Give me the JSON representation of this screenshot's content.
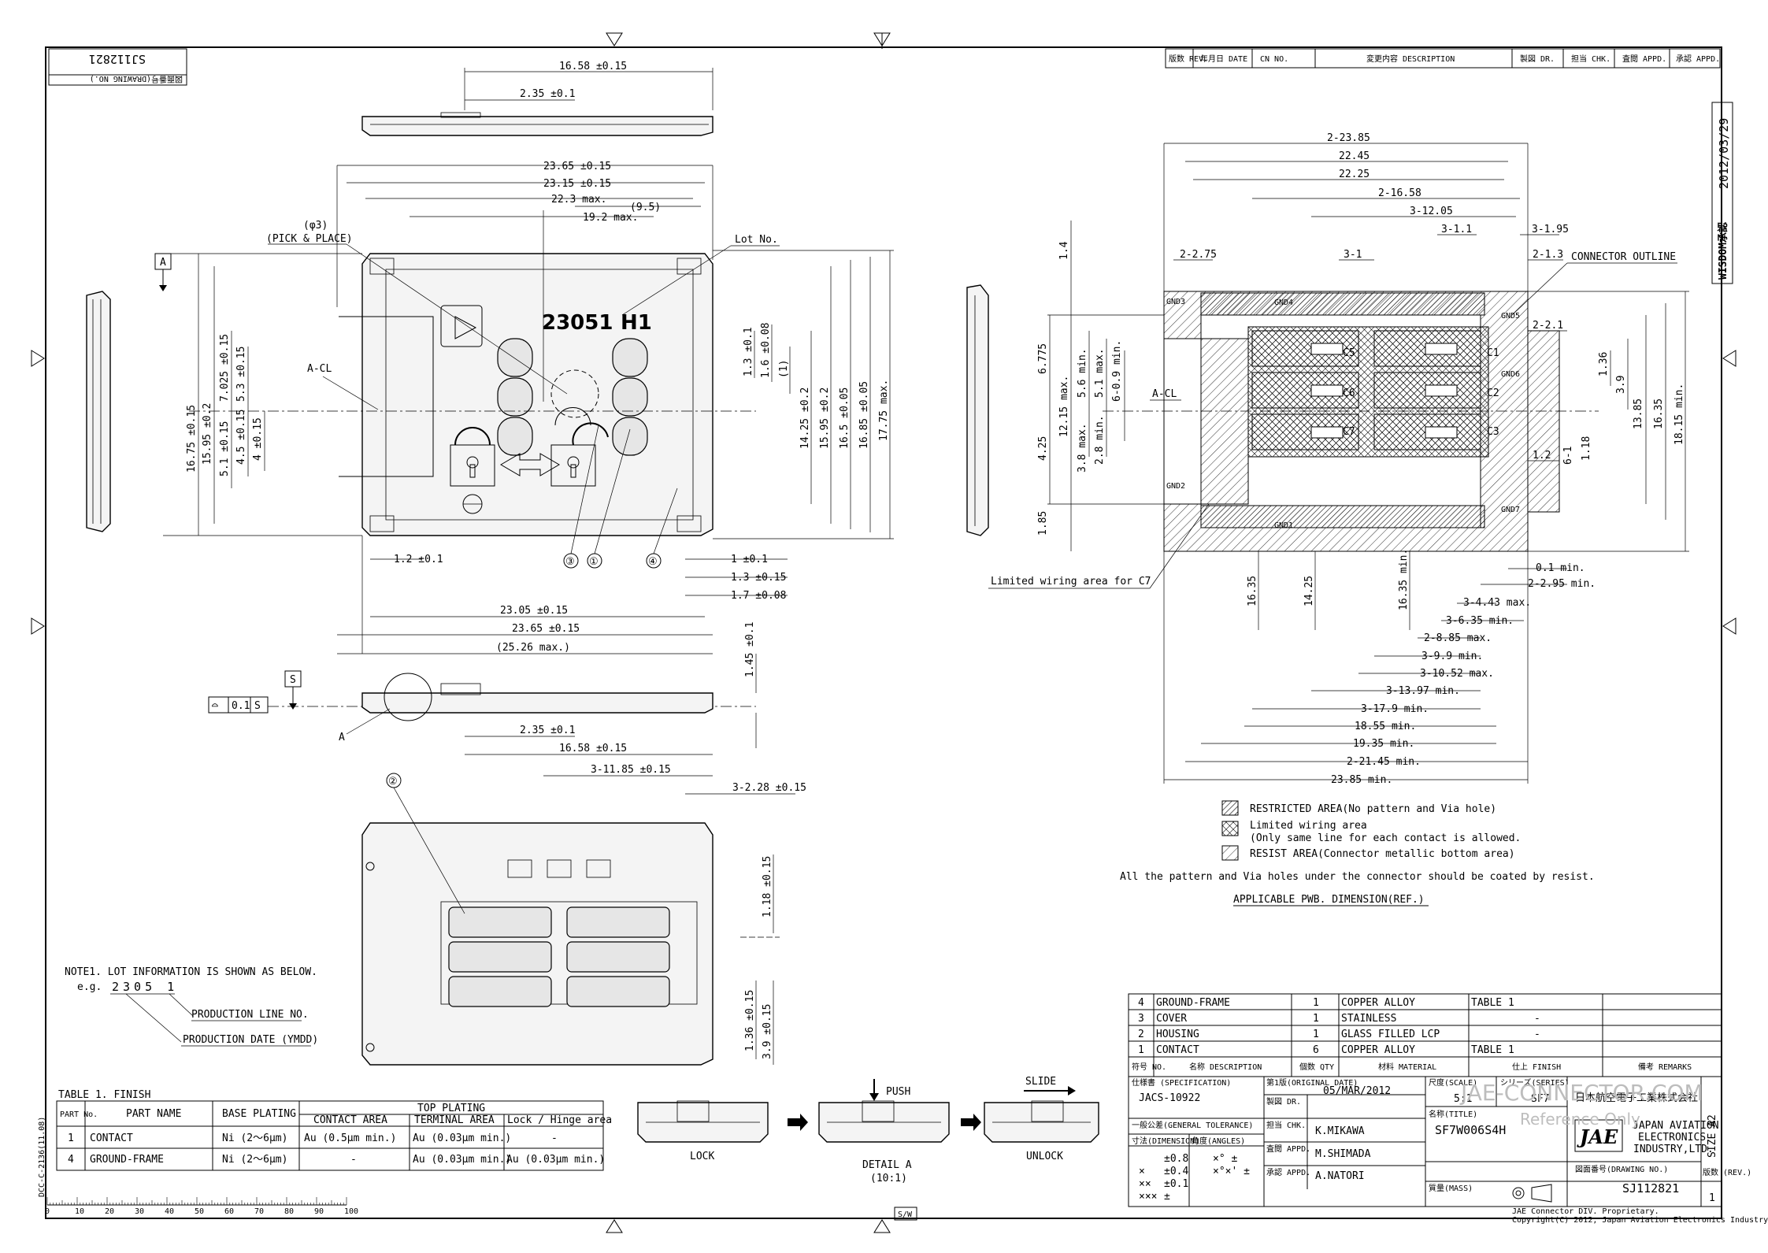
{
  "drawing_number": "SJ112821",
  "drawing_number_label": "図面番号(DRAWING NO.)",
  "date_stamp": "2012/03/29",
  "wisdom_label": "WISDOM承認",
  "revision_header": [
    "版数 REV.",
    "年月日 DATE",
    "CN NO.",
    "変更内容 DESCRIPTION",
    "製図 DR.",
    "担当 CHK.",
    "査閲 APPD.",
    "承認 APPD."
  ],
  "top_view": {
    "dims": [
      "16.58 ±0.15",
      "2.35 ±0.1"
    ]
  },
  "main_view": {
    "dims_top": [
      "23.65 ±0.15",
      "23.15 ±0.15",
      "22.3 max.",
      "19.2 max.",
      "(9.5)"
    ],
    "pick_place": [
      "(φ3)",
      "(PICK & PLACE)"
    ],
    "lot_no": "Lot No.",
    "lot_code": "23051",
    "lot_suffix": "H1",
    "datum_a": "A",
    "a_cl": "A-CL",
    "dims_left": [
      "16.75 ±0.15",
      "15.95 ±0.2",
      "7.025 ±0.15",
      "5.3 ±0.15",
      "5.1 ±0.15",
      "4.5 ±0.15",
      "4 ±0.15"
    ],
    "dims_right": [
      "1.3 ±0.1",
      "1.6 ±0.08",
      "(1)",
      "14.25 ±0.2",
      "15.95 ±0.2",
      "16.5 ±0.05",
      "16.85 ±0.05",
      "17.75 max."
    ],
    "callouts": [
      "③",
      "①",
      "④"
    ],
    "dims_bottom": [
      "1.2 ±0.1",
      "1 ±0.1",
      "1.3 ±0.15",
      "1.7 ±0.08",
      "23.05 ±0.15",
      "23.65 ±0.15",
      "(25.26 max.)"
    ]
  },
  "side_view": {
    "datum_s": "S",
    "tolerance_frame": [
      "⌓",
      "0.1",
      "S"
    ],
    "detail_a": "A",
    "dims": [
      "1.45 ±0.1",
      "2.35 ±0.1",
      "16.58 ±0.15"
    ]
  },
  "bottom_view": {
    "callout": "②",
    "dims": [
      "3-11.85 ±0.15",
      "3-2.28 ±0.15",
      "1.18 ±0.15",
      "1.36 ±0.15",
      "3.9 ±0.15"
    ]
  },
  "note": {
    "line1": "NOTE1. LOT INFORMATION IS SHOWN AS BELOW.",
    "eg": "e.g.",
    "code": "2305 1",
    "production_line": "PRODUCTION LINE NO.",
    "production_date": "PRODUCTION DATE (YMDD)"
  },
  "finish_table": {
    "title": "TABLE 1. FINISH",
    "headers": [
      "PART No.",
      "PART NAME",
      "BASE PLATING",
      "TOP PLATING"
    ],
    "subheaders": [
      "CONTACT AREA",
      "TERMINAL AREA",
      "Lock / Hinge area"
    ],
    "rows": [
      [
        "1",
        "CONTACT",
        "Ni (2〜6μm)",
        "Au (0.5μm min.)",
        "Au (0.03μm min.)",
        "-"
      ],
      [
        "4",
        "GROUND-FRAME",
        "Ni (2〜6μm)",
        "-",
        "Au (0.03μm min.)",
        "Au (0.03μm min.)"
      ]
    ]
  },
  "detail": {
    "push": "PUSH",
    "slide": "SLIDE",
    "lock": "LOCK",
    "detail_a": "DETAIL A",
    "scale": "(10:1)",
    "unlock": "UNLOCK"
  },
  "pwb": {
    "dims_top": [
      "2-23.85",
      "22.45",
      "22.25",
      "2-16.58",
      "3-12.05",
      "3-1.1",
      "3-1.95",
      "2-2.75",
      "3-1",
      "2-1.3",
      "2-2.1"
    ],
    "connector_outline": "CONNECTOR OUTLINE",
    "pads": [
      "GND3",
      "GND4",
      "GND5",
      "GND6",
      "GND2",
      "GND1",
      "GND7",
      "C5",
      "C6",
      "C7",
      "C1",
      "C2",
      "C3"
    ],
    "a_cl": "A-CL",
    "dims_left": [
      "1.4",
      "6.775",
      "12.15 max.",
      "5.6 min.",
      "5.1 max.",
      "6-0.9 min.",
      "3.8 max.",
      "2.8 min.",
      "4.25",
      "1.85"
    ],
    "dims_right": [
      "1.36",
      "3.9",
      "13.85",
      "16.35",
      "18.15 min.",
      "1.2",
      "6-1",
      "1.18"
    ],
    "limited_wiring": "Limited wiring area for C7",
    "dims_bottom": [
      "0.1 min.",
      "2-2.95 min.",
      "3-4.43 max.",
      "3-6.35 min.",
      "2-8.85 max.",
      "3-9.9 min.",
      "3-10.52 max.",
      "3-13.97 min.",
      "3-17.9 min.",
      "18.55 min.",
      "19.35 min.",
      "2-21.45 min.",
      "23.85 min."
    ],
    "dims_vertical": [
      "16.35",
      "14.25",
      "16.35 min."
    ]
  },
  "legend": {
    "restricted": "RESTRICTED AREA(No pattern and Via hole)",
    "limited1": "Limited wiring area",
    "limited2": "(Only same line for each contact is allowed.",
    "resist": "RESIST AREA(Connector metallic bottom area)",
    "note": "All the pattern and Via holes under the connector should be coated by resist.",
    "title": "APPLICABLE PWB. DIMENSION(REF.)"
  },
  "parts_list": {
    "rows": [
      [
        "4",
        "GROUND-FRAME",
        "1",
        "COPPER ALLOY",
        "TABLE 1",
        ""
      ],
      [
        "3",
        "COVER",
        "1",
        "STAINLESS",
        "-",
        ""
      ],
      [
        "2",
        "HOUSING",
        "1",
        "GLASS FILLED LCP",
        "-",
        ""
      ],
      [
        "1",
        "CONTACT",
        "6",
        "COPPER ALLOY",
        "TABLE 1",
        ""
      ]
    ],
    "headers": [
      "符号 NO.",
      "名称 DESCRIPTION",
      "個数 QTY",
      "材料 MATERIAL",
      "仕上 FINISH",
      "備考 REMARKS"
    ]
  },
  "title_block": {
    "spec_label": "仕様書 (SPECIFICATION)",
    "spec": "JACS-10922",
    "original_date_label": "第1版(ORIGINAL DATE)",
    "original_date": "05/MAR/2012",
    "scale_label": "尺度(SCALE)",
    "scale": "5:1",
    "series_label": "シリーズ(SERIES)",
    "series": "SF7",
    "company_jp": "日本航空電子工業株式会社",
    "company_en": [
      "JAPAN AVIATION",
      "ELECTRONICS",
      "INDUSTRY,LTD."
    ],
    "logo": "JAE",
    "watermark1": "JAE-CONNECTOR.COM",
    "watermark2": "Reference Only",
    "general_tol_label": "一般公差(GENERAL TOLERANCE)",
    "dim_label": "寸法(DIMENSION)",
    "angle_label": "角度(ANGLES)",
    "tol_values": [
      "±0.8",
      "±0.4",
      "±0.1",
      "±"
    ],
    "tol_marks": [
      "×",
      "××",
      "×××"
    ],
    "angle_values": [
      "×°  ±",
      "×°×'  ±"
    ],
    "roles": [
      "製図 DR.",
      "担当 CHK.",
      "査閲 APPD.",
      "承認 APPD."
    ],
    "names": [
      "",
      "K.MIKAWA",
      "M.SHIMADA",
      "A.NATORI"
    ],
    "title_label": "名称(TITLE)",
    "title": "SF7W006S4H",
    "drawing_no_label": "図面番号(DRAWING NO.)",
    "drawing_no": "SJ112821",
    "mass_label": "質量(MASS)",
    "size": "SIZE A2",
    "rev_label": "版数 (REV.)",
    "rev": "1",
    "footer1": "JAE Connector DIV. Proprietary.",
    "footer2": "Copyright(C) 2012, Japan Aviation Electronics Industry, LTD."
  },
  "frame": {
    "side_code": "DCC-C-2136(11.08)",
    "sw": "S/W",
    "ruler_labels": [
      "0",
      "10",
      "20",
      "30",
      "40",
      "50",
      "60",
      "70",
      "80",
      "90",
      "100"
    ]
  }
}
